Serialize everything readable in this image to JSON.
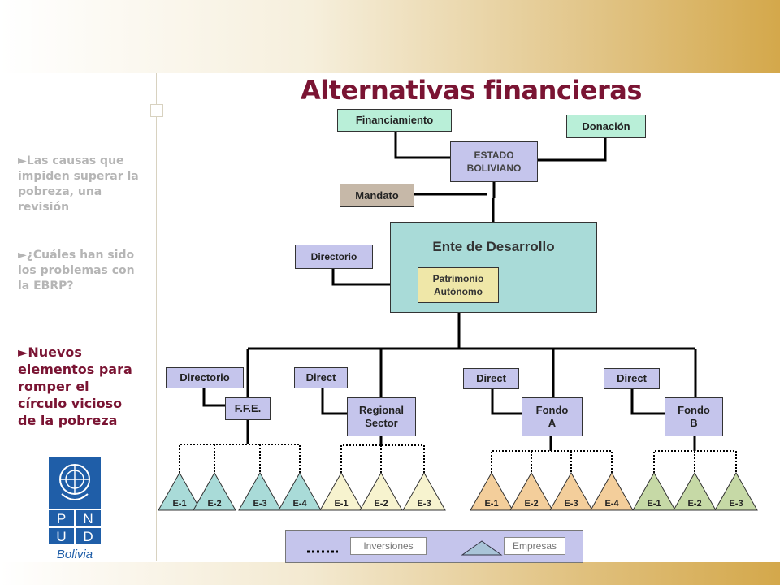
{
  "slide": {
    "title": "Alternativas financieras"
  },
  "sidebar": {
    "items": [
      {
        "arrow": "►",
        "label": "Las causas que impiden superar la pobreza, una revisión",
        "active": false
      },
      {
        "arrow": "►",
        "label": "¿Cuáles han sido los problemas con la EBRP?",
        "active": false
      },
      {
        "arrow": "►",
        "label": "Nuevos elementos para romper el círculo vicioso de la pobreza",
        "active": true
      }
    ],
    "logo": {
      "letters": [
        "P",
        "N",
        "U",
        "D"
      ],
      "caption": "Bolivia",
      "color": "#1f5ea8"
    }
  },
  "diagram": {
    "financiamiento": "Financiamiento",
    "donacion": "Donación",
    "estado": "ESTADO BOLIVIANO",
    "mandato": "Mandato",
    "ente": "Ente de Desarrollo",
    "directorio_top": "Directorio",
    "patrimonio": "Patrimonio Autónomo",
    "directors": [
      "Directorio",
      "Direct",
      "Direct",
      "Direct"
    ],
    "entities": [
      "F.F.E.",
      "Regional Sector",
      "Fondo A",
      "Fondo B"
    ],
    "triangles": [
      {
        "label": "E-1",
        "color": "#a9dbd8"
      },
      {
        "label": "E-2",
        "color": "#a9dbd8"
      },
      {
        "label": "E-3",
        "color": "#a9dbd8"
      },
      {
        "label": "E-4",
        "color": "#a9dbd8"
      },
      {
        "label": "E-1",
        "color": "#f7f3cf"
      },
      {
        "label": "E-2",
        "color": "#f7f3cf"
      },
      {
        "label": "E-3",
        "color": "#f7f3cf"
      },
      {
        "label": "E-1",
        "color": "#f3ce9b"
      },
      {
        "label": "E-2",
        "color": "#f3ce9b"
      },
      {
        "label": "E-3",
        "color": "#f3ce9b"
      },
      {
        "label": "E-4",
        "color": "#f3ce9b"
      },
      {
        "label": "E-1",
        "color": "#c6d9a6"
      },
      {
        "label": "E-2",
        "color": "#c6d9a6"
      },
      {
        "label": "E-3",
        "color": "#c6d9a6"
      }
    ]
  },
  "legend": {
    "inversiones": "Inversiones",
    "empresas": "Empresas"
  }
}
